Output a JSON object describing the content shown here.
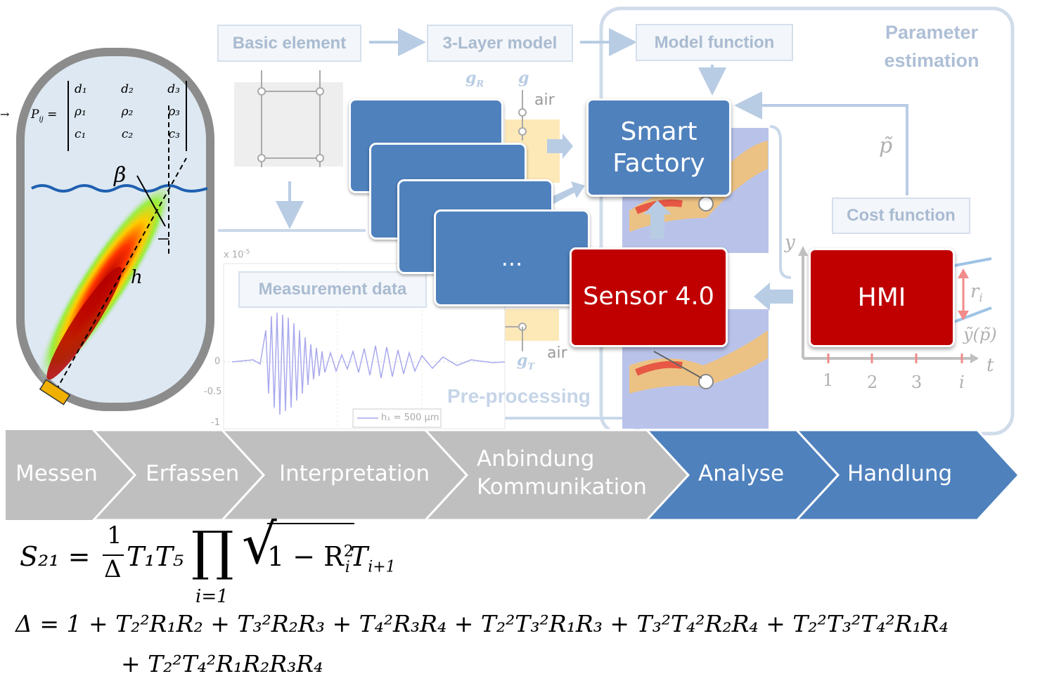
{
  "top_boxes": {
    "basic_element": "Basic element",
    "three_layer": "3-Layer model",
    "model_function": "Model function",
    "parameter_estimation_line1": "Parameter",
    "parameter_estimation_line2": "estimation",
    "cost_function": "Cost function",
    "measurement_data": "Measurement data",
    "pre_processing": "Pre-processing"
  },
  "main_boxes": {
    "smart_factory_line1": "Smart",
    "smart_factory_line2": "Factory",
    "sensor": "Sensor 4.0",
    "hmi": "HMI",
    "ellipsis": "..."
  },
  "diagram_labels": {
    "air_top": "air",
    "air_bottom": "air",
    "beta": "β",
    "h": "h",
    "p_tilde": "p̃",
    "y_axis": "y",
    "t_axis": "t",
    "r_i": "r",
    "y_of_p": "ỹ(p̃)",
    "tick_1": "1",
    "tick_2": "2",
    "tick_3": "3",
    "tick_i": "i",
    "g_r": "g",
    "g": "g",
    "g_t": "g",
    "x_scale": "x 10",
    "legend": "h₁ = 500 µm",
    "y_tick_0": "0",
    "y_tick_m05": "-0.5",
    "y_tick_m1": "-1"
  },
  "matrix": {
    "lhs": "P",
    "rows": [
      [
        "d₁",
        "d₂",
        "d₃"
      ],
      [
        "ρ₁",
        "ρ₂",
        "ρ₃"
      ],
      [
        "c₁",
        "c₂",
        "c₃"
      ]
    ]
  },
  "chevrons": [
    {
      "label": "Messen",
      "color": "#bfbfbf"
    },
    {
      "label": "Erfassen",
      "color": "#bfbfbf"
    },
    {
      "label": "Interpretation",
      "color": "#bfbfbf"
    },
    {
      "label_line1": "Anbindung",
      "label_line2": "Kommunikation",
      "color": "#bfbfbf"
    },
    {
      "label": "Analyse",
      "color": "#4f81bd"
    },
    {
      "label": "Handlung",
      "color": "#4f81bd"
    }
  ],
  "equations": {
    "s21_lhs": "S₂₁ =",
    "one": "1",
    "delta": "Δ",
    "s21_mid": "T₁T₅",
    "prod": "∏",
    "prod_index": "i=1",
    "sqrt_body": "1 − R",
    "sqrt_tail": "T",
    "delta_line1": "Δ = 1 + T₂²R₁R₂ + T₃²R₂R₃ + T₄²R₃R₄ + T₂²T₃²R₁R₃ + T₃²T₄²R₂R₄ + T₂²T₃²T₄²R₁R₄",
    "delta_line2": "+ T₂²T₄²R₁R₂R₃R₄"
  }
}
